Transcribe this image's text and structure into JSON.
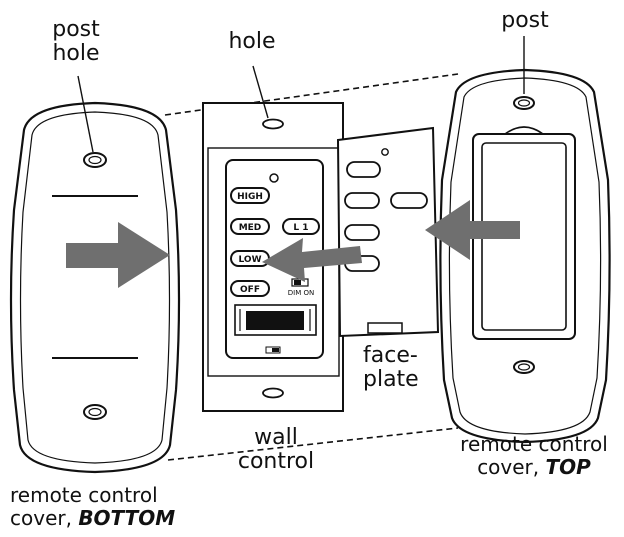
{
  "labels": {
    "post_hole_line1": "post",
    "post_hole_line2": "hole",
    "hole": "hole",
    "post": "post",
    "faceplate_line1": "face-",
    "faceplate_line2": "plate",
    "wall_control_line1": "wall",
    "wall_control_line2": "control",
    "bottom_cover_line1": "remote control",
    "bottom_cover_line2_prefix": "cover, ",
    "bottom_cover_line2_emph": "BOTTOM",
    "top_cover_line1": "remote control",
    "top_cover_line2_prefix": "cover, ",
    "top_cover_line2_emph": "TOP"
  },
  "wall_control": {
    "buttons": {
      "high": "HIGH",
      "med": "MED",
      "low": "LOW",
      "off": "OFF",
      "light": "L 1"
    },
    "switch_label": "DIM  ON"
  },
  "colors": {
    "line": "#111111",
    "arrow": "#6f6f6f",
    "background": "#ffffff"
  }
}
